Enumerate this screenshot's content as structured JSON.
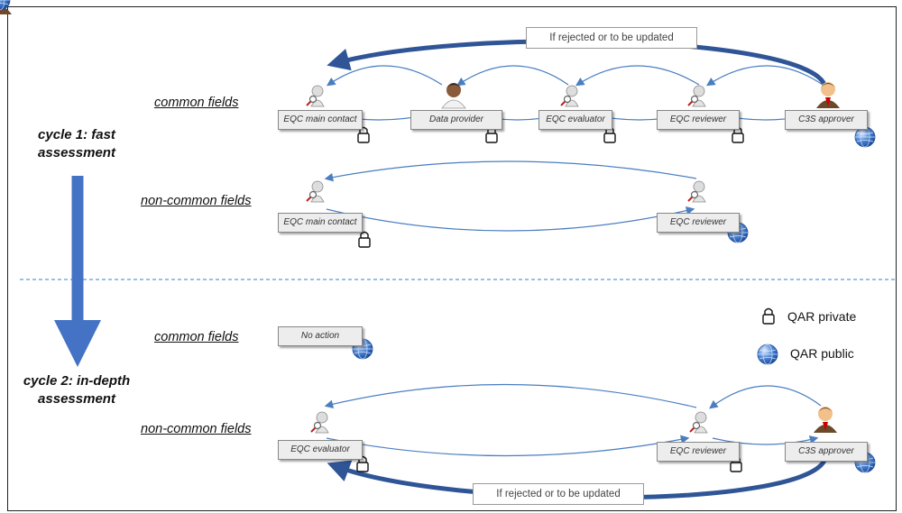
{
  "cycle1": {
    "label_line1": "cycle 1: fast",
    "label_line2": "assessment"
  },
  "cycle2": {
    "label_line1": "cycle 2: in-depth",
    "label_line2": "assessment"
  },
  "rows": {
    "c1_common": "common fields",
    "c1_noncommon": "non-common fields",
    "c2_common": "common fields",
    "c2_noncommon": "non-common fields"
  },
  "nodes": {
    "c1_common": [
      "EQC main contact",
      "Data provider",
      "EQC evaluator",
      "EQC reviewer",
      "C3S approver"
    ],
    "c1_noncommon": [
      "EQC main contact",
      "EQC reviewer"
    ],
    "c2_common": [
      "No action"
    ],
    "c2_noncommon": [
      "EQC evaluator",
      "EQC reviewer",
      "C3S approver"
    ]
  },
  "feedback": {
    "top": "If rejected or to be updated",
    "bottom": "If rejected or to be updated"
  },
  "legend": {
    "private": "QAR private",
    "public": "QAR public"
  },
  "icons": {
    "magnifier": "magnifier-person-icon",
    "provider": "data-provider-person-icon",
    "approver": "approver-person-icon",
    "lock": "lock-icon",
    "globe": "globe-icon"
  },
  "colors": {
    "arrow": "#4a7ec0",
    "thick_arrow": "#2f5597",
    "divider": "#5b9bd5"
  }
}
